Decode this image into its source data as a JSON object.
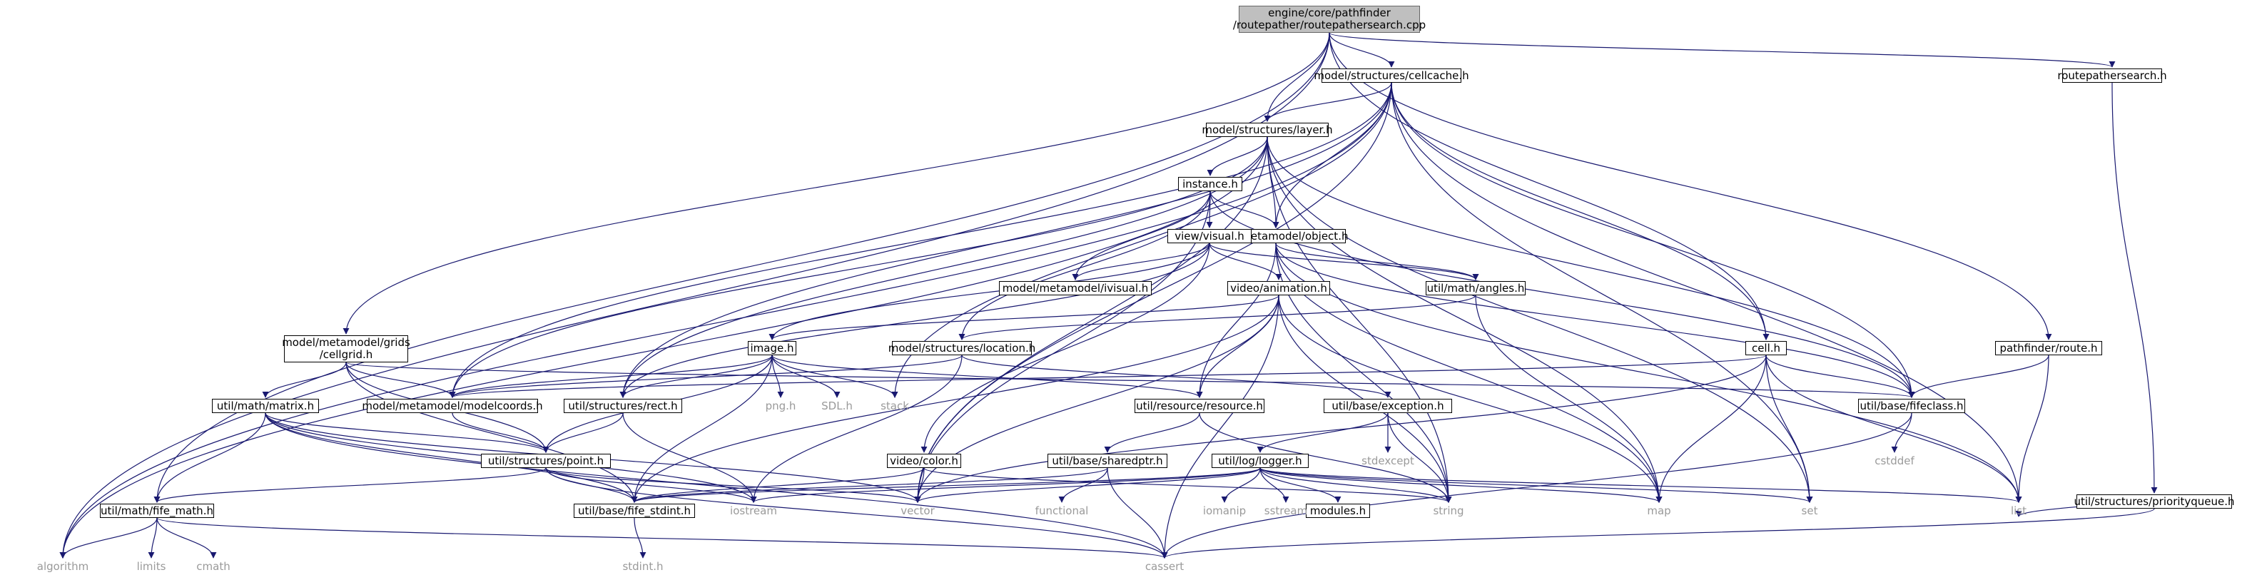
{
  "graph": {
    "colors": {
      "edge": "#191970",
      "root_fill": "#bfbfbf",
      "external_text": "#9a9a9a"
    },
    "nodes": [
      {
        "id": "root",
        "label": "engine/core/pathfinder\n/routepather/routepathersearch.cpp",
        "kind": "root"
      },
      {
        "id": "cellcache",
        "label": "model/structures/cellcache.h",
        "kind": "file"
      },
      {
        "id": "rps_h",
        "label": "routepathersearch.h",
        "kind": "file"
      },
      {
        "id": "layer",
        "label": "model/structures/layer.h",
        "kind": "file"
      },
      {
        "id": "instance",
        "label": "instance.h",
        "kind": "file"
      },
      {
        "id": "object",
        "label": "model/metamodel/object.h",
        "kind": "file"
      },
      {
        "id": "visual",
        "label": "view/visual.h",
        "kind": "file"
      },
      {
        "id": "ivisual",
        "label": "model/metamodel/ivisual.h",
        "kind": "file"
      },
      {
        "id": "animation",
        "label": "video/animation.h",
        "kind": "file"
      },
      {
        "id": "angles",
        "label": "util/math/angles.h",
        "kind": "file"
      },
      {
        "id": "cellgrid",
        "label": "model/metamodel/grids\n/cellgrid.h",
        "kind": "file"
      },
      {
        "id": "image",
        "label": "image.h",
        "kind": "file"
      },
      {
        "id": "location",
        "label": "model/structures/location.h",
        "kind": "file"
      },
      {
        "id": "cell",
        "label": "cell.h",
        "kind": "file"
      },
      {
        "id": "route",
        "label": "pathfinder/route.h",
        "kind": "file"
      },
      {
        "id": "matrix",
        "label": "util/math/matrix.h",
        "kind": "file"
      },
      {
        "id": "modelcoords",
        "label": "model/metamodel/modelcoords.h",
        "kind": "file"
      },
      {
        "id": "rect",
        "label": "util/structures/rect.h",
        "kind": "file"
      },
      {
        "id": "resource",
        "label": "util/resource/resource.h",
        "kind": "file"
      },
      {
        "id": "exception",
        "label": "util/base/exception.h",
        "kind": "file"
      },
      {
        "id": "fifeclass",
        "label": "util/base/fifeclass.h",
        "kind": "file"
      },
      {
        "id": "point",
        "label": "util/structures/point.h",
        "kind": "file"
      },
      {
        "id": "color",
        "label": "video/color.h",
        "kind": "file"
      },
      {
        "id": "sharedptr",
        "label": "util/base/sharedptr.h",
        "kind": "file"
      },
      {
        "id": "logger",
        "label": "util/log/logger.h",
        "kind": "file"
      },
      {
        "id": "pqueue",
        "label": "util/structures/priorityqueue.h",
        "kind": "file"
      },
      {
        "id": "fife_math",
        "label": "util/math/fife_math.h",
        "kind": "file"
      },
      {
        "id": "fife_stdint",
        "label": "util/base/fife_stdint.h",
        "kind": "file"
      },
      {
        "id": "modules",
        "label": "modules.h",
        "kind": "file"
      },
      {
        "id": "algorithm",
        "label": "algorithm",
        "kind": "external"
      },
      {
        "id": "limits",
        "label": "limits",
        "kind": "external"
      },
      {
        "id": "cmath",
        "label": "cmath",
        "kind": "external"
      },
      {
        "id": "cassert",
        "label": "cassert",
        "kind": "external"
      },
      {
        "id": "stdint",
        "label": "stdint.h",
        "kind": "external"
      },
      {
        "id": "iostream",
        "label": "iostream",
        "kind": "external"
      },
      {
        "id": "vector",
        "label": "vector",
        "kind": "external"
      },
      {
        "id": "functional",
        "label": "functional",
        "kind": "external"
      },
      {
        "id": "iomanip",
        "label": "iomanip",
        "kind": "external"
      },
      {
        "id": "sstream",
        "label": "sstream",
        "kind": "external"
      },
      {
        "id": "string",
        "label": "string",
        "kind": "external"
      },
      {
        "id": "map",
        "label": "map",
        "kind": "external"
      },
      {
        "id": "set",
        "label": "set",
        "kind": "external"
      },
      {
        "id": "list",
        "label": "list",
        "kind": "external"
      },
      {
        "id": "cstddef",
        "label": "cstddef",
        "kind": "external"
      },
      {
        "id": "stdexcept",
        "label": "stdexcept",
        "kind": "external"
      },
      {
        "id": "png",
        "label": "png.h",
        "kind": "external"
      },
      {
        "id": "sdl",
        "label": "SDL.h",
        "kind": "external"
      },
      {
        "id": "stack",
        "label": "stack",
        "kind": "external"
      }
    ],
    "edges": [
      [
        "root",
        "cellcache"
      ],
      [
        "root",
        "rps_h"
      ],
      [
        "root",
        "layer"
      ],
      [
        "root",
        "cellgrid"
      ],
      [
        "root",
        "fife_math"
      ],
      [
        "root",
        "algorithm"
      ],
      [
        "root",
        "cell"
      ],
      [
        "root",
        "route"
      ],
      [
        "cellcache",
        "layer"
      ],
      [
        "cellcache",
        "object"
      ],
      [
        "cellcache",
        "cell"
      ],
      [
        "cellcache",
        "fifeclass"
      ],
      [
        "cellcache",
        "modelcoords"
      ],
      [
        "cellcache",
        "rect"
      ],
      [
        "cellcache",
        "algorithm"
      ],
      [
        "cellcache",
        "stack"
      ],
      [
        "cellcache",
        "vector"
      ],
      [
        "cellcache",
        "set"
      ],
      [
        "cellcache",
        "list"
      ],
      [
        "layer",
        "instance"
      ],
      [
        "layer",
        "object"
      ],
      [
        "layer",
        "modelcoords"
      ],
      [
        "layer",
        "rect"
      ],
      [
        "layer",
        "fifeclass"
      ],
      [
        "layer",
        "algorithm"
      ],
      [
        "layer",
        "string"
      ],
      [
        "layer",
        "set"
      ],
      [
        "layer",
        "vector"
      ],
      [
        "layer",
        "map"
      ],
      [
        "instance",
        "object"
      ],
      [
        "instance",
        "visual"
      ],
      [
        "instance",
        "ivisual"
      ],
      [
        "instance",
        "location"
      ],
      [
        "instance",
        "fifeclass"
      ],
      [
        "instance",
        "vector"
      ],
      [
        "visual",
        "ivisual"
      ],
      [
        "visual",
        "animation"
      ],
      [
        "visual",
        "angles"
      ],
      [
        "visual",
        "image"
      ],
      [
        "visual",
        "color"
      ],
      [
        "visual",
        "rect"
      ],
      [
        "object",
        "angles"
      ],
      [
        "object",
        "fifeclass"
      ],
      [
        "object",
        "resource"
      ],
      [
        "object",
        "string"
      ],
      [
        "object",
        "map"
      ],
      [
        "object",
        "list"
      ],
      [
        "animation",
        "image"
      ],
      [
        "animation",
        "resource"
      ],
      [
        "animation",
        "fife_stdint"
      ],
      [
        "animation",
        "vector"
      ],
      [
        "animation",
        "map"
      ],
      [
        "animation",
        "cassert"
      ],
      [
        "animation",
        "string"
      ],
      [
        "angles",
        "map"
      ],
      [
        "angles",
        "location"
      ],
      [
        "cellgrid",
        "modelcoords"
      ],
      [
        "cellgrid",
        "matrix"
      ],
      [
        "cellgrid",
        "point"
      ],
      [
        "cellgrid",
        "fife_stdint"
      ],
      [
        "cellgrid",
        "fifeclass"
      ],
      [
        "image",
        "modelcoords"
      ],
      [
        "image",
        "rect"
      ],
      [
        "image",
        "resource"
      ],
      [
        "image",
        "png"
      ],
      [
        "image",
        "sdl"
      ],
      [
        "image",
        "stack"
      ],
      [
        "image",
        "point"
      ],
      [
        "image",
        "fife_stdint"
      ],
      [
        "location",
        "modelcoords"
      ],
      [
        "location",
        "exception"
      ],
      [
        "location",
        "iostream"
      ],
      [
        "cell",
        "modelcoords"
      ],
      [
        "cell",
        "fifeclass"
      ],
      [
        "cell",
        "set"
      ],
      [
        "cell",
        "list"
      ],
      [
        "cell",
        "map"
      ],
      [
        "cell",
        "vector"
      ],
      [
        "route",
        "fifeclass"
      ],
      [
        "route",
        "list"
      ],
      [
        "matrix",
        "point"
      ],
      [
        "matrix",
        "fife_math"
      ],
      [
        "matrix",
        "fife_stdint"
      ],
      [
        "matrix",
        "cassert"
      ],
      [
        "matrix",
        "iostream"
      ],
      [
        "matrix",
        "vector"
      ],
      [
        "modelcoords",
        "point"
      ],
      [
        "rect",
        "point"
      ],
      [
        "rect",
        "iostream"
      ],
      [
        "resource",
        "sharedptr"
      ],
      [
        "resource",
        "string"
      ],
      [
        "exception",
        "logger"
      ],
      [
        "exception",
        "stdexcept"
      ],
      [
        "exception",
        "string"
      ],
      [
        "fifeclass",
        "cstddef"
      ],
      [
        "fifeclass",
        "cassert"
      ],
      [
        "point",
        "fife_math"
      ],
      [
        "point",
        "fife_stdint"
      ],
      [
        "point",
        "iostream"
      ],
      [
        "point",
        "cassert"
      ],
      [
        "point",
        "vector"
      ],
      [
        "color",
        "fife_stdint"
      ],
      [
        "color",
        "string"
      ],
      [
        "color",
        "vector"
      ],
      [
        "sharedptr",
        "fife_stdint"
      ],
      [
        "sharedptr",
        "functional"
      ],
      [
        "sharedptr",
        "cassert"
      ],
      [
        "logger",
        "modules"
      ],
      [
        "logger",
        "fife_stdint"
      ],
      [
        "logger",
        "iomanip"
      ],
      [
        "logger",
        "sstream"
      ],
      [
        "logger",
        "string"
      ],
      [
        "logger",
        "map"
      ],
      [
        "logger",
        "set"
      ],
      [
        "logger",
        "list"
      ],
      [
        "logger",
        "vector"
      ],
      [
        "logger",
        "iostream"
      ],
      [
        "fife_math",
        "algorithm"
      ],
      [
        "fife_math",
        "limits"
      ],
      [
        "fife_math",
        "cmath"
      ],
      [
        "fife_math",
        "cassert"
      ],
      [
        "fife_stdint",
        "stdint"
      ],
      [
        "rps_h",
        "pqueue"
      ],
      [
        "pqueue",
        "list"
      ],
      [
        "pqueue",
        "cassert"
      ]
    ]
  }
}
